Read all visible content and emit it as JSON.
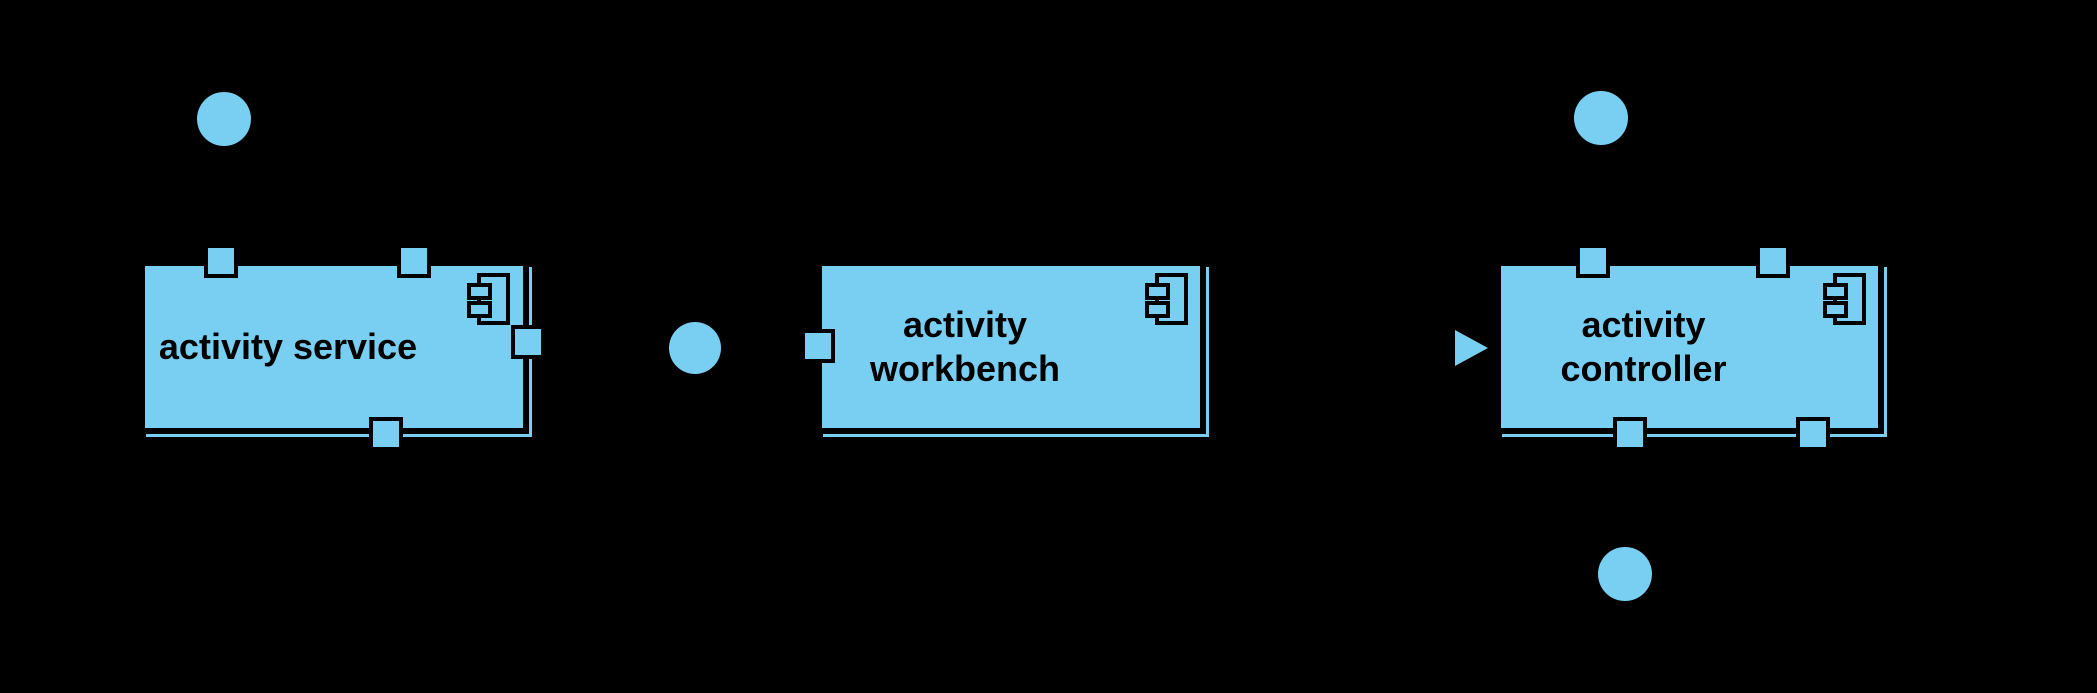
{
  "diagram_type": "uml-component-diagram",
  "colors": {
    "background": "#000000",
    "shape_fill": "#79CFF2",
    "shape_outline": "#000000",
    "label_text": "#000000"
  },
  "components": [
    {
      "label": "activity service"
    },
    {
      "label": "activity\nworkbench"
    },
    {
      "label": "activity\ncontroller"
    }
  ],
  "icons": {
    "component_icon": "uml-component-icon",
    "ball": "provided-interface-ball",
    "arrow": "right-arrowhead"
  }
}
